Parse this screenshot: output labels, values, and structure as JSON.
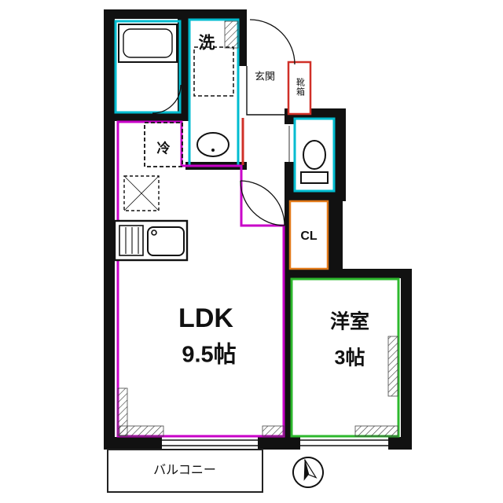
{
  "floorplan": {
    "labels": {
      "laundry": "洗",
      "entrance": "玄関",
      "shoe_cabinet": "靴箱",
      "refrigerator": "冷",
      "closet": "CL",
      "ldk_name": "LDK",
      "ldk_size": "9.5帖",
      "western_name": "洋室",
      "western_size": "3帖",
      "balcony": "バルコニー"
    },
    "colors": {
      "wall": "#111111",
      "wet_area_outline": "#00bcd0",
      "ldk_outline": "#c800c8",
      "western_outline": "#2db82d",
      "closet_outline": "#e07818",
      "red_accent": "#d03028"
    },
    "icons": {
      "compass": "north-compass-icon"
    }
  }
}
